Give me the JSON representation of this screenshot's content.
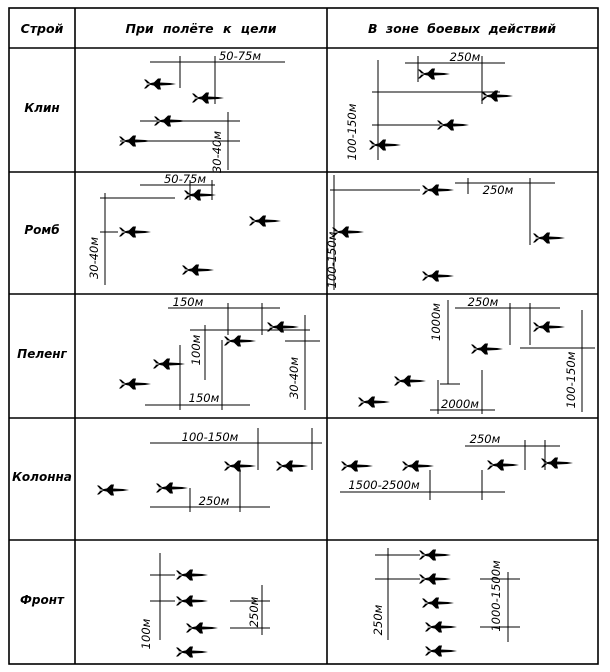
{
  "header": {
    "col1": "Строй",
    "col2": "При полёте к цели",
    "col3": "В зоне боевых действий"
  },
  "rows": [
    {
      "name": "Клин",
      "flight": [
        "50-75м",
        "30-40м"
      ],
      "combat": [
        "250м",
        "100-150м"
      ]
    },
    {
      "name": "Ромб",
      "flight": [
        "50-75м",
        "30-40м"
      ],
      "combat": [
        "250м",
        "100-150м"
      ]
    },
    {
      "name": "Пеленг",
      "flight": [
        "150м",
        "100м",
        "150м",
        "30-40м"
      ],
      "combat": [
        "250м",
        "1000м",
        "2000м",
        "100-150м"
      ]
    },
    {
      "name": "Колонна",
      "flight": [
        "100-150м",
        "250м"
      ],
      "combat": [
        "250м",
        "1500-2500м"
      ]
    },
    {
      "name": "Фронт",
      "flight": [
        "100м",
        "250м"
      ],
      "combat": [
        "250м",
        "1000-1500м"
      ]
    }
  ],
  "icons": {
    "plane": "jet-fighter-icon"
  }
}
